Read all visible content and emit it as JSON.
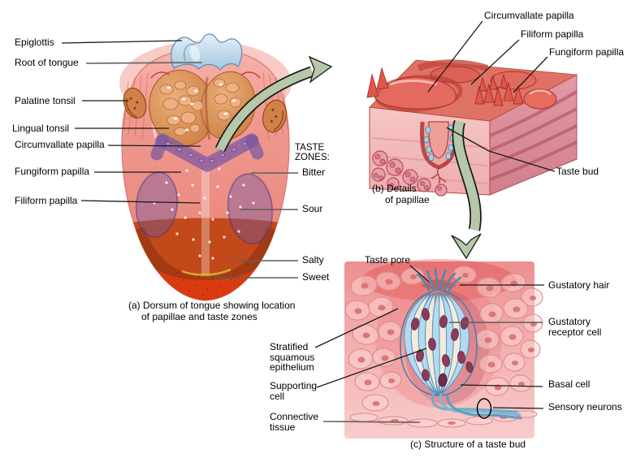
{
  "panel_a": {
    "caption": "(a) Dorsum of tongue showing location\nof papillae and taste zones",
    "labels": {
      "epiglottis": "Epiglottis",
      "root_of_tongue": "Root of tongue",
      "palatine_tonsil": "Palatine tonsil",
      "lingual_tonsil": "Lingual tonsil",
      "circumvallate_papilla": "Circumvallate papilla",
      "fungiform_papilla": "Fungiform papilla",
      "filiform_papilla": "Filiform papilla"
    },
    "taste_zones": {
      "heading": "TASTE\nZONES:",
      "bitter": "Bitter",
      "sour": "Sour",
      "salty": "Salty",
      "sweet": "Sweet"
    }
  },
  "panel_b": {
    "caption": "(b) Details\nof papillae",
    "labels": {
      "circumvallate_papilla": "Circumvallate papilla",
      "filiform_papilla": "Filiform papilla",
      "fungiform_papilla": "Fungiform papilla",
      "taste_bud": "Taste bud"
    }
  },
  "panel_c": {
    "caption": "(c) Structure of a taste bud",
    "labels": {
      "taste_pore": "Taste pore",
      "gustatory_hair": "Gustatory hair",
      "gustatory_receptor_cell": "Gustatory\nreceptor cell",
      "stratified_squamous_epithelium": "Stratified\nsquamous\nepithelium",
      "supporting_cell": "Supporting\ncell",
      "basal_cell": "Basal cell",
      "connective_tissue": "Connective\ntissue",
      "sensory_neurons": "Sensory neurons"
    }
  },
  "colors": {
    "background": "#ffffff",
    "label_text": "#000000",
    "leader_line": "#1a1a1a",
    "leader_line_gray": "#5f5f5f",
    "arrow_green": "#b7c8a9",
    "tongue_body": "#ef948b",
    "tongue_edge": "#cf6a5e",
    "epiglottis_blue": "#c2d8ea",
    "tonsil_orange": "#d98c52",
    "taste_zone_purple": "#7b57a1",
    "salty_band": "#b5461c",
    "sweet_tip": "#d83c14",
    "papillae_coral": "#e4695e",
    "tissue_pink": "#f4bfbf",
    "stripe_maroon": "#a54a60",
    "taste_bud_blue": "#aed7ef",
    "taste_bud_cream": "#f3ecdc",
    "cell_nucleus_purple": "#8c3a5c",
    "epithelium_pink": "#f2acac"
  }
}
